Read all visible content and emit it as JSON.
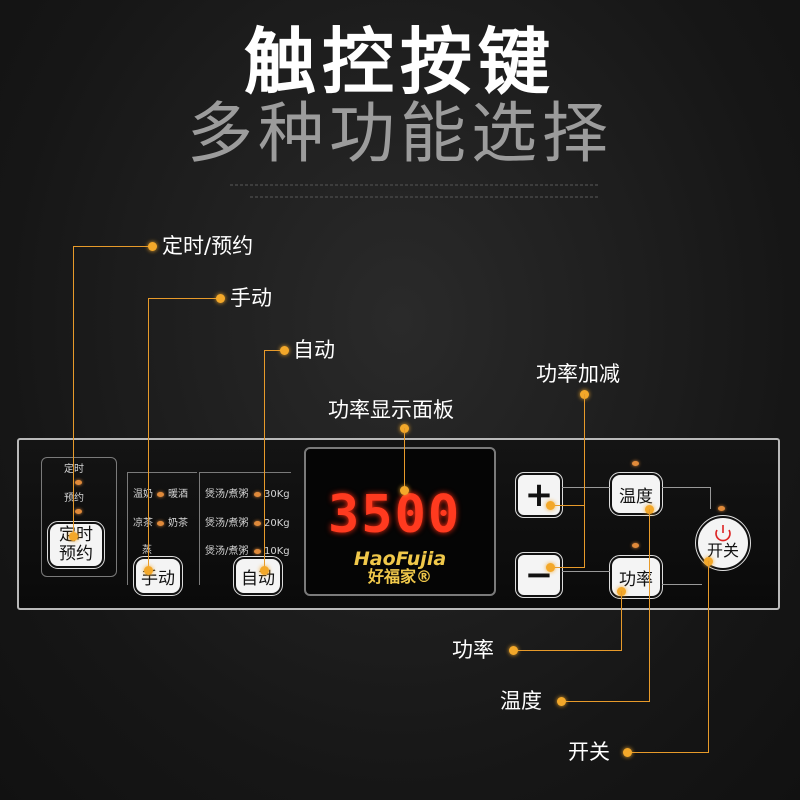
{
  "header": {
    "title": "触控按键",
    "subtitle": "多种功能选择"
  },
  "callouts": {
    "timer": "定时/预约",
    "manual": "手动",
    "auto": "自动",
    "display": "功率显示面板",
    "adjust": "功率加减",
    "power": "功率",
    "temperature": "温度",
    "onoff": "开关"
  },
  "panel": {
    "timer_box": {
      "led_top": "定时",
      "led_bottom": "预约",
      "button_line1": "定时",
      "button_line2": "预约"
    },
    "manual_box": {
      "modes": [
        {
          "left": "温奶",
          "right": "暖酒"
        },
        {
          "left": "凉茶",
          "right": "奶茶"
        },
        {
          "left": "蒸",
          "right": ""
        }
      ],
      "button": "手动"
    },
    "auto_box": {
      "modes": [
        {
          "left": "煲汤/煮粥",
          "right": "30Kg"
        },
        {
          "left": "煲汤/煮粥",
          "right": "20Kg"
        },
        {
          "left": "煲汤/煮粥",
          "right": "10Kg"
        }
      ],
      "button": "自动"
    },
    "display": {
      "value": "3500",
      "brand_en": "HaoFujia",
      "brand_cn": "好福家®"
    },
    "plus": "+",
    "minus": "−",
    "temp_button": "温度",
    "power_button": "功率",
    "onoff_button": "开关"
  },
  "colors": {
    "accent": "#e79a2a",
    "led": "#e08a3a",
    "digits": "#ff3a1f",
    "brand": "#f0c84a"
  }
}
